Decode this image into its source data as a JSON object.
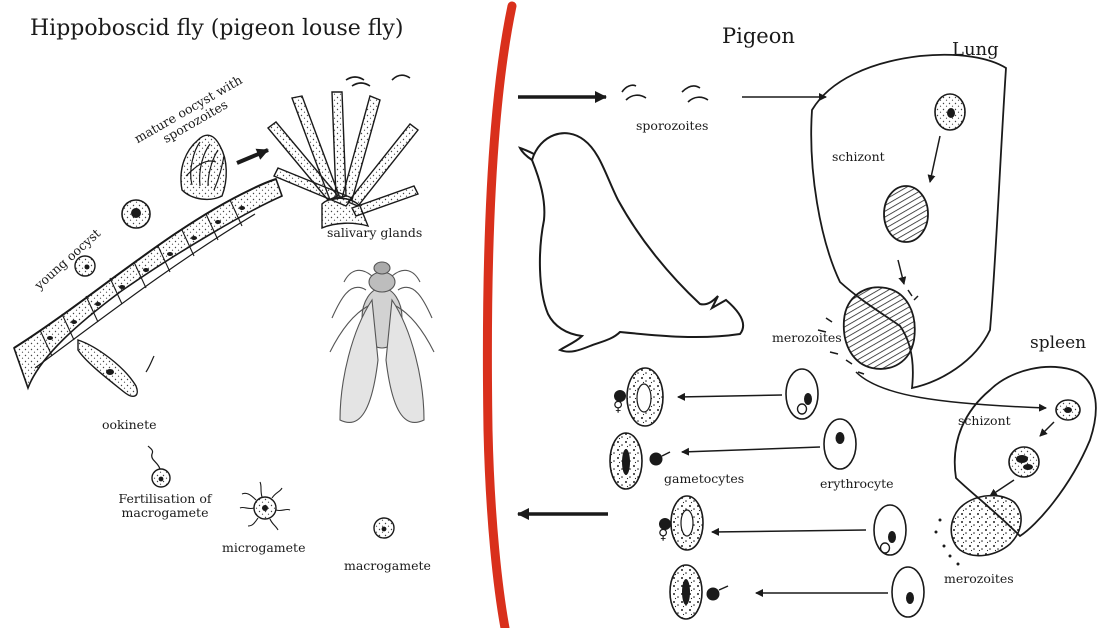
{
  "titles": {
    "vector": "Hippoboscid fly (pigeon louse fly)",
    "host": "Pigeon",
    "lung": "Lung",
    "spleen": "spleen"
  },
  "labels": {
    "mature_oocyst_line1": "mature oocyst with",
    "mature_oocyst_line2": "sporozoites",
    "young_oocyst": "young oocyst",
    "salivary_glands": "salivary glands",
    "ookinete": "ookinete",
    "fertilisation_line1": "Fertilisation of",
    "fertilisation_line2": "macrogamete",
    "microgamete": "microgamete",
    "macrogamete": "macrogamete",
    "sporozoites": "sporozoites",
    "schizont_lung": "schizont",
    "merozoites_lung": "merozoites",
    "schizont_spleen": "schizont",
    "merozoites_spleen": "merozoites",
    "gametocytes": "gametocytes",
    "erythrocyte": "erythrocyte",
    "female_symbol": "♀"
  },
  "colors": {
    "divider": "#d9301c",
    "ink": "#1a1a1a"
  }
}
